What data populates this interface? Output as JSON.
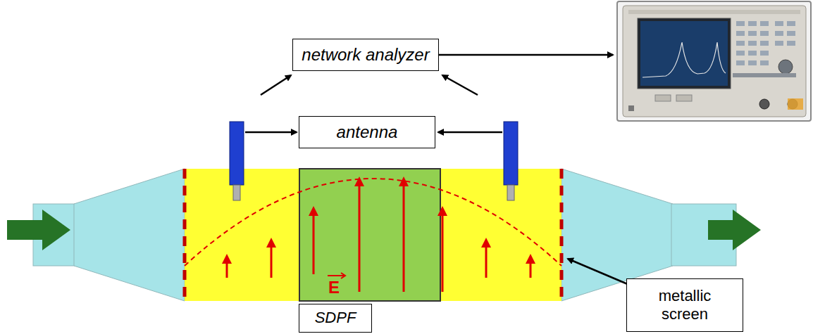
{
  "diagram": {
    "nodes": [
      {
        "text": [
          "network analyzer"
        ]
      },
      {
        "text": [
          "antenna"
        ]
      },
      {
        "text": [
          "SDPF"
        ]
      },
      {
        "text": [
          "metallic screen"
        ]
      }
    ],
    "labels": [
      "E"
    ]
  }
}
